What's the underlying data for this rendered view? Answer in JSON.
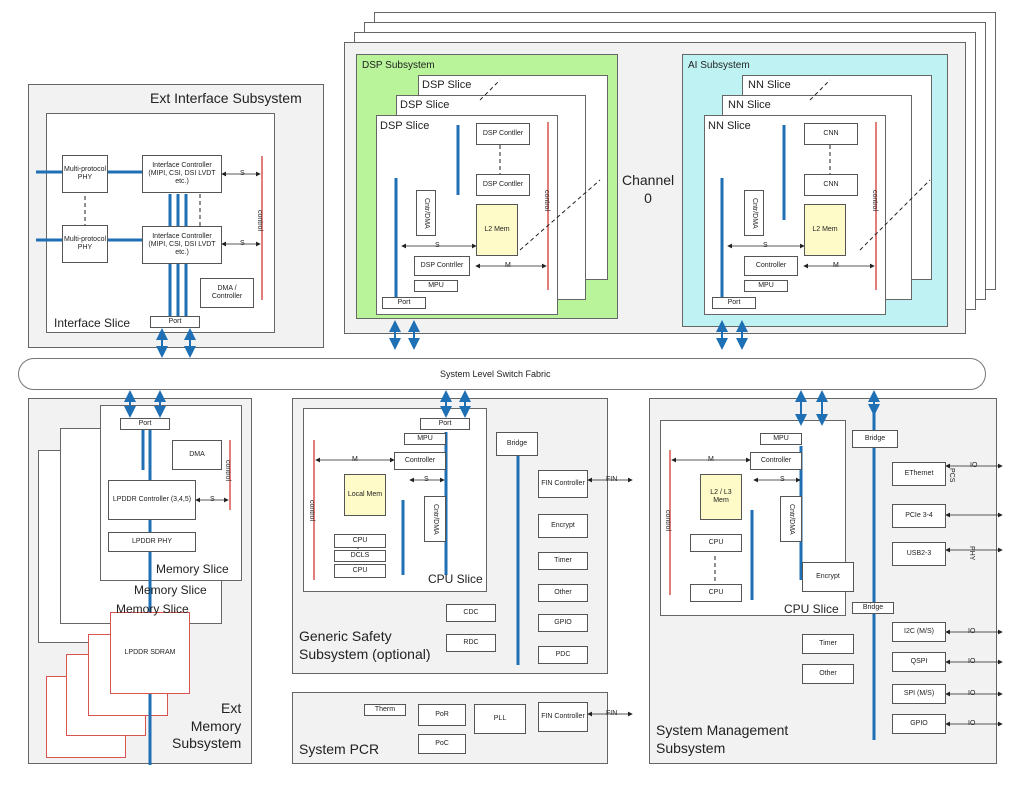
{
  "colors": {
    "bus": "#1f6fb5",
    "control": "#d9534f",
    "green": "#b9f39a",
    "cyan": "#bff3f3",
    "yellow": "#fffbc8",
    "panel": "#f2f2f2"
  },
  "fabric": "System Level Switch Fabric",
  "channel": {
    "line1": "Channel",
    "line2": "0"
  },
  "ext_if": {
    "title": "Ext Interface Subsystem",
    "slice": "Interface Slice",
    "phy1": "Multi-protocol PHY",
    "phy2": "Multi-protocol PHY",
    "ctrl1": "Interface Controller (MIPI, CSI, DSI LVDT etc.)",
    "ctrl2": "Interface Controller (MIPI, CSI, DSI LVDT etc.)",
    "dma": "DMA / Controller",
    "port": "Port",
    "control": "control"
  },
  "dsp": {
    "title": "DSP Subsystem",
    "slice3": "DSP Slice",
    "slice2": "DSP Slice",
    "slice1": "DSP Slice",
    "ctrl1": "DSP Contller",
    "ctrl2": "DSP Contller",
    "cntrdma": "Cntr/DMA",
    "l2mem": "L2 Mem",
    "dspctrl": "DSP Contrller",
    "mpu": "MPU",
    "port": "Port",
    "control": "control"
  },
  "ai": {
    "title": "AI Subsystem",
    "slice3": "NN Slice",
    "slice2": "NN Slice",
    "slice1": "NN Slice",
    "cnn1": "CNN",
    "cnn2": "CNN",
    "cntrdma": "Cntr/DMA",
    "l2mem": "L2 Mem",
    "controller": "Controller",
    "mpu": "MPU",
    "port": "Port",
    "control": "control"
  },
  "mem": {
    "title_l1": "Ext",
    "title_l2": "Memory",
    "title_l3": "Subsystem",
    "slice1": "Memory Slice",
    "slice2": "Memory Slice",
    "slice3": "Memory Slice",
    "port": "Port",
    "dma": "DMA",
    "lpddr_ctrl": "LPDDR Controller (3,4,5)",
    "lpddr_phy": "LPDDR PHY",
    "sdram": "LPDDR SDRAM",
    "control": "control"
  },
  "safety": {
    "title_l1": "Generic Safety",
    "title_l2": "Subsystem (optional)",
    "slice": "CPU Slice",
    "port": "Port",
    "mpu": "MPU",
    "controller": "Controller",
    "localmem": "Local Mem",
    "cpu1": "CPU",
    "dcls": "DCLS",
    "cpu2": "CPU",
    "cntrdma": "Cntr/DMA",
    "bridge": "Bridge",
    "fin": "FIN Controller",
    "encrypt": "Encrypt",
    "timer": "Timer",
    "other": "Other",
    "gpio": "GPIO",
    "pdc": "PDC",
    "cdc": "CDC",
    "rdc": "RDC",
    "control": "control"
  },
  "pcr": {
    "title": "System PCR",
    "therm": "Therm",
    "por": "PoR",
    "poc": "PoC",
    "pll": "PLL",
    "fin": "FIN Controller"
  },
  "sysmgmt": {
    "title_l1": "System Management",
    "title_l2": "Subsystem",
    "slice": "CPU Slice",
    "mpu": "MPU",
    "controller": "Controller",
    "l2l3": "L2 / L3 Mem",
    "cpu1": "CPU",
    "cpu2": "CPU",
    "cntrdma": "Cntr/DMA",
    "encrypt": "Encrypt",
    "bridge": "Bridge",
    "bridge2": "Bridge",
    "ethernet": "EThernet",
    "pcie": "PCIe 3-4",
    "usb": "USB2-3",
    "i2c": "I2C (M/S)",
    "qspi": "QSPI",
    "spi": "SPI (M/S)",
    "gpio": "GPIO",
    "timer": "Timer",
    "other": "Other",
    "pcs": "PCS",
    "phy": "PHY",
    "control": "control"
  },
  "conn": {
    "m": "M",
    "s": "S",
    "io": "IO",
    "fin": "FIN"
  }
}
